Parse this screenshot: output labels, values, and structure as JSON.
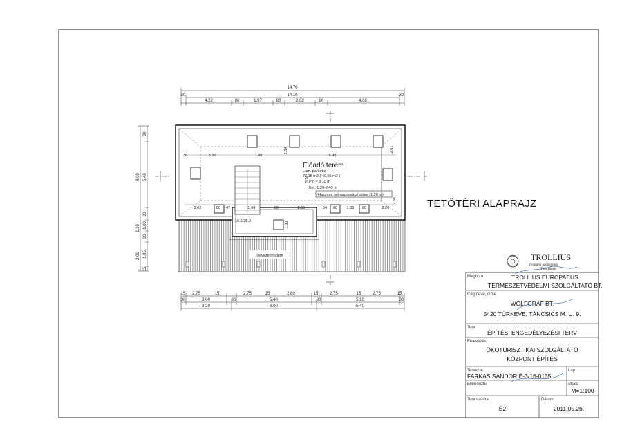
{
  "drawing": {
    "title": "TETŐTÉRI ALAPRAJZ",
    "room": {
      "name": "Előadó terem",
      "floor": "Lam. parketta",
      "area": "77,15 m2  ( 40,55 m2 )",
      "pv": "Pv: ≈ 3,10 m",
      "bm": "Bm: 1,20-2,40 m",
      "usable_limit": "Hasznos belmagasság határa (1,20 m)",
      "stair": "16,6/25,0"
    },
    "deck_label": "Tervezett födém",
    "dims_top": {
      "overall": "14.70",
      "inner": "14.10",
      "wall_left": "30",
      "wall_right": "30",
      "segments": [
        "4.22",
        "80",
        "1.97",
        "80",
        "2.02",
        "80",
        "4.08"
      ]
    },
    "dims_left": [
      "30",
      "8.00",
      "5.40",
      "1.30",
      "30",
      "1.00",
      "2.00",
      "30",
      "1.85",
      "15"
    ],
    "dims_bottom": {
      "row1": [
        "15",
        "2.75",
        "15",
        "2.75",
        "15",
        "2.80",
        "15",
        "2.75",
        "15",
        "2.75",
        "15"
      ],
      "row2": [
        "30",
        "3.00",
        "30",
        "5.40",
        "30",
        "5.10",
        "30"
      ],
      "row3": [
        "3.30",
        "6.00",
        "5.40"
      ]
    },
    "dims_inner": {
      "top_row": [
        "30",
        "3.30",
        "1.90",
        "2.34",
        "6.90",
        "2.61"
      ],
      "mid_row": [
        "2.02",
        "80",
        "47",
        "2.64",
        "80",
        "2.55",
        "54",
        "80",
        "1.06",
        "80",
        "2.20"
      ],
      "vertical": [
        "3.16",
        "2.56",
        "1.30"
      ]
    }
  },
  "title_block": {
    "stamp": {
      "name": "TROLLIUS",
      "line1": "Irodalmi Szolgáltató",
      "line2": "Tóth Tamás"
    },
    "client_label": "Megbízó",
    "client_value": "TROLLIUS EUROPAEUS",
    "client_value2": "TERMÉSZETVÉDELMI SZOLGÁLTATÓ BT.",
    "firm_label": "Cég neve, címe",
    "firm_name": "WOLFGRAF BT.",
    "firm_address": "5420 TÚRKEVE, TÁNCSICS M. U. 9.",
    "plan_label": "Terv",
    "plan_value": "ÉPÍTÉSI ENGEDÉLYEZÉSI TERV",
    "project_label": "Elnevezés",
    "project_value1": "ÖKOTURISZTIKAI SZOLGÁLTATÓ",
    "project_value2": "KÖZPONT ÉPÍTÉS",
    "designer_label": "Tervezte",
    "designer_value": "FARKAS SÁNDOR É-3/16-0135",
    "sheet_label": "Lap",
    "checked_label": "Ellenőrizte",
    "scale_label": "Skála",
    "scale_value": "M=1:100",
    "drawing_no_label": "Terv száma",
    "drawing_no_value": "É2",
    "date_label": "Dátum",
    "date_value": "2011.05.26."
  }
}
